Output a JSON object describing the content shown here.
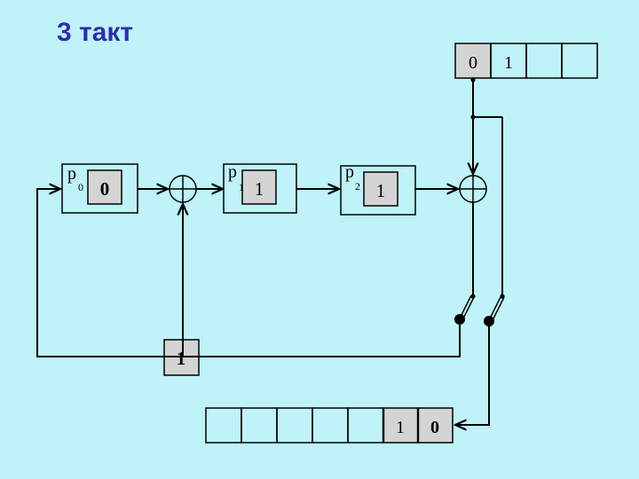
{
  "title": "3 такт",
  "top_register": [
    "0",
    "1",
    "",
    ""
  ],
  "registers": [
    {
      "label": "p",
      "index": "0",
      "value": "0"
    },
    {
      "label": "p",
      "index": "1",
      "value": "1"
    },
    {
      "label": "p",
      "index": "2",
      "value": "1"
    }
  ],
  "feedback_value": "1",
  "output_register": [
    "",
    "",
    "",
    "",
    "",
    "1",
    "0"
  ]
}
